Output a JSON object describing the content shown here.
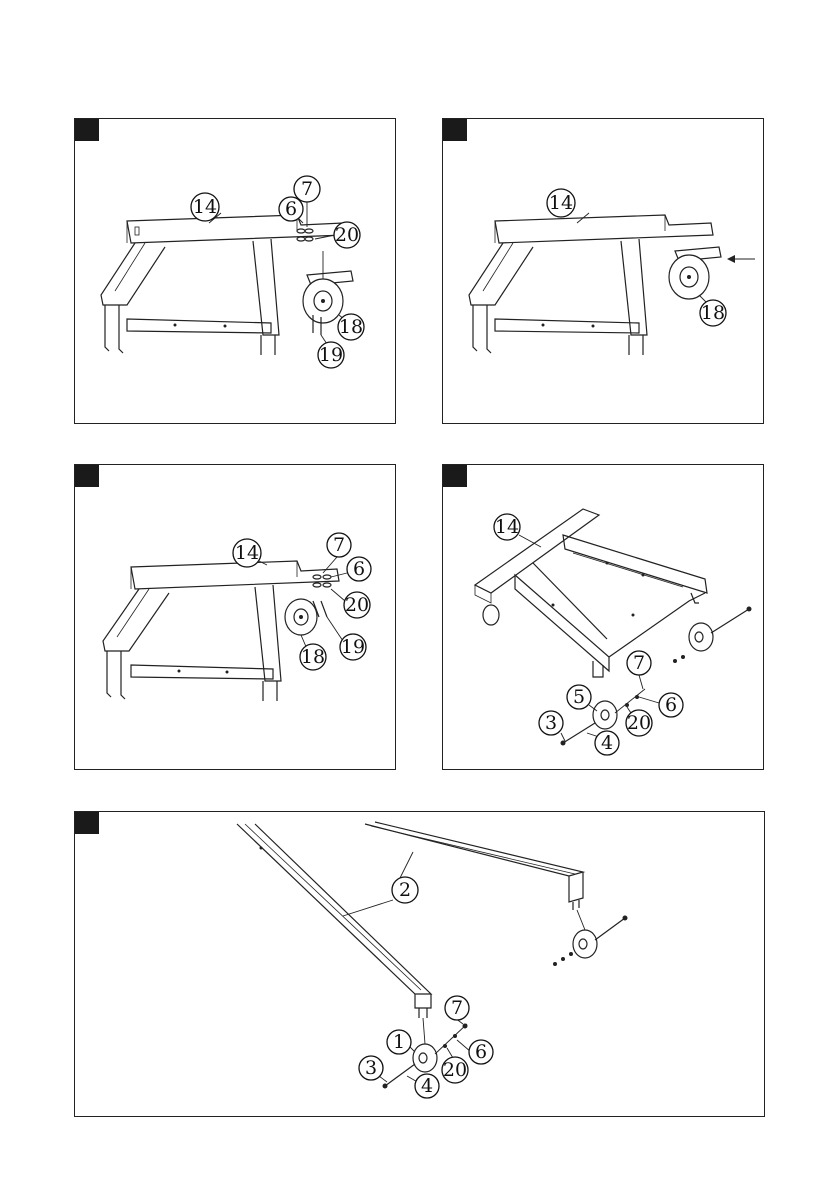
{
  "panel1": {
    "callouts": {
      "part14": "14",
      "part6": "6",
      "part7": "7",
      "part20": "20",
      "part18": "18",
      "part19": "19"
    }
  },
  "panel2": {
    "callouts": {
      "part14": "14",
      "part18": "18"
    }
  },
  "panel3": {
    "callouts": {
      "part14": "14",
      "part7": "7",
      "part6": "6",
      "part20": "20",
      "part19": "19",
      "part18": "18"
    }
  },
  "panel4": {
    "callouts": {
      "part14": "14",
      "part7": "7",
      "part5": "5",
      "part6": "6",
      "part3": "3",
      "part20": "20",
      "part4": "4"
    }
  },
  "panel5": {
    "callouts": {
      "part2": "2",
      "part7": "7",
      "part1": "1",
      "part6": "6",
      "part3": "3",
      "part20": "20",
      "part4": "4"
    }
  },
  "icons": [
    "step-tab-icon",
    "caster-wheel-icon",
    "wheel-icon",
    "bolt-icon",
    "arrow-icon"
  ]
}
